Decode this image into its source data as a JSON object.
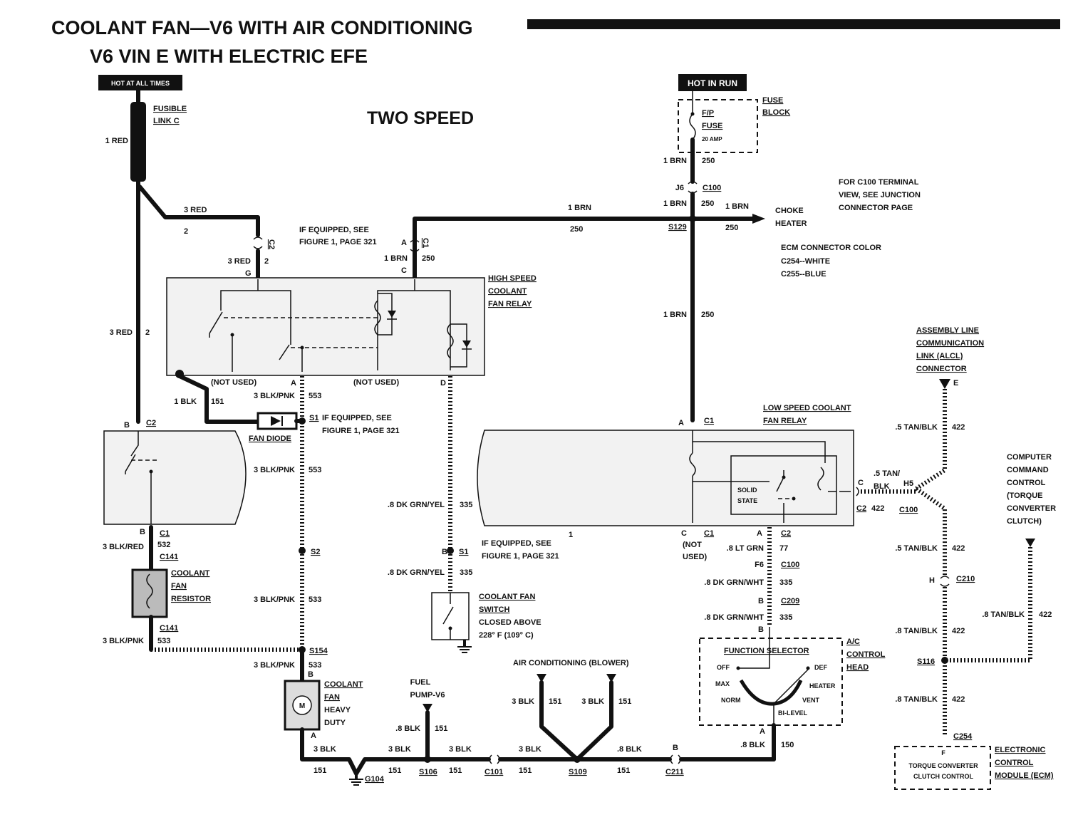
{
  "title": "COOLANT FAN—V6 WITH AIR CONDITIONING",
  "subtitle": "V6 VIN E WITH ELECTRIC EFE",
  "speed_label": "TWO SPEED",
  "power": {
    "hot_at_all_times": "HOT AT ALL TIMES",
    "hot_in_run": "HOT IN RUN"
  },
  "fusible_link": [
    "FUSIBLE",
    "LINK C"
  ],
  "fuse_block": {
    "label": [
      "FUSE",
      "BLOCK"
    ],
    "fuse_name": [
      "F/P",
      "FUSE"
    ],
    "amps": "20 AMP"
  },
  "notes": {
    "c100_note": [
      "FOR C100 TERMINAL",
      "VIEW, SEE JUNCTION",
      "CONNECTOR PAGE"
    ],
    "ecm_colors": [
      "ECM CONNECTOR COLOR",
      "C254--WHITE",
      "C255--BLUE"
    ],
    "if_equipped_top": [
      "IF EQUIPPED, SEE",
      "FIGURE 1, PAGE 321"
    ],
    "if_equipped_mid": [
      "IF EQUIPPED, SEE",
      "FIGURE 1, PAGE 321"
    ],
    "if_equipped_low": [
      "IF EQUIPPED, SEE",
      "FIGURE 1, PAGE 321"
    ]
  },
  "components": {
    "high_speed_relay": [
      "HIGH SPEED",
      "COOLANT",
      "FAN RELAY"
    ],
    "low_speed_relay": [
      "LOW SPEED COOLANT",
      "FAN RELAY"
    ],
    "fan_diode": "FAN DIODE",
    "coolant_fan_resistor": [
      "COOLANT",
      "FAN",
      "RESISTOR"
    ],
    "coolant_fan_switch": [
      "COOLANT FAN",
      "SWITCH",
      "CLOSED ABOVE",
      "228° F (109° C)"
    ],
    "coolant_fan_motor": [
      "COOLANT",
      "FAN",
      "HEAVY",
      "DUTY"
    ],
    "motor_symbol": "M",
    "choke_heater": [
      "CHOKE",
      "HEATER"
    ],
    "alcl": [
      "ASSEMBLY LINE",
      "COMMUNICATION",
      "LINK (ALCL)",
      "CONNECTOR"
    ],
    "ccc": [
      "COMPUTER",
      "COMMAND",
      "CONTROL",
      "(TORQUE",
      "CONVERTER",
      "CLUTCH)"
    ],
    "ecm": [
      "ELECTRONIC",
      "CONTROL",
      "MODULE (ECM)"
    ],
    "ecm_inner": [
      "TORQUE CONVERTER",
      "CLUTCH CONTROL"
    ],
    "ac_control_head": [
      "A/C",
      "CONTROL",
      "HEAD"
    ],
    "function_selector": "FUNCTION SELECTOR",
    "selector_positions": [
      "OFF",
      "DEF",
      "MAX",
      "HEATER",
      "NORM",
      "VENT",
      "BI-LEVEL"
    ],
    "solid_state": [
      "SOLID",
      "STATE"
    ],
    "fuel_pump": [
      "FUEL",
      "PUMP-V6"
    ],
    "air_conditioning": "AIR CONDITIONING (BLOWER)",
    "not_used": "(NOT USED)",
    "not_used_split": [
      "(NOT",
      "USED)"
    ]
  },
  "wires": {
    "red_1": "1 RED",
    "red_3": "3 RED",
    "num_2": "2",
    "brn_1": "1 BRN",
    "num_250": "250",
    "blk_1": "1 BLK",
    "num_151": "151",
    "blk_pnk_3": "3 BLK/PNK",
    "num_553": "553",
    "num_533": "533",
    "blk_red_3": "3 BLK/RED",
    "num_532": "532",
    "dk_grn_yel": ".8 DK GRN/YEL",
    "num_335": "335",
    "tan_blk_5": ".5 TAN/BLK",
    "tan_blk_5_split": [
      ".5 TAN/",
      "BLK"
    ],
    "tan_blk_8": ".8 TAN/BLK",
    "num_422": "422",
    "lt_grn": ".8 LT GRN",
    "num_77": "77",
    "dk_grn_wht": ".8 DK GRN/WHT",
    "num_150": "150",
    "blk_3": "3 BLK",
    "blk_8": ".8 BLK"
  },
  "connectors": {
    "c1": "C1",
    "c2": "C2",
    "c100": "C100",
    "c101": "C101",
    "c141": "C141",
    "c209": "C209",
    "c210": "C210",
    "c211": "C211",
    "c254": "C254",
    "s129": "S129",
    "s154": "S154",
    "s106": "S106",
    "s109": "S109",
    "s116": "S116",
    "s1": "S1",
    "s2": "S2",
    "g104": "G104",
    "h5": "H5",
    "j6": "J6",
    "f6": "F6",
    "pin_a": "A",
    "pin_b": "B",
    "pin_c": "C",
    "pin_d": "D",
    "pin_e": "E",
    "pin_f": "F",
    "pin_g": "G",
    "pin_h": "H",
    "pin_1": "1"
  }
}
